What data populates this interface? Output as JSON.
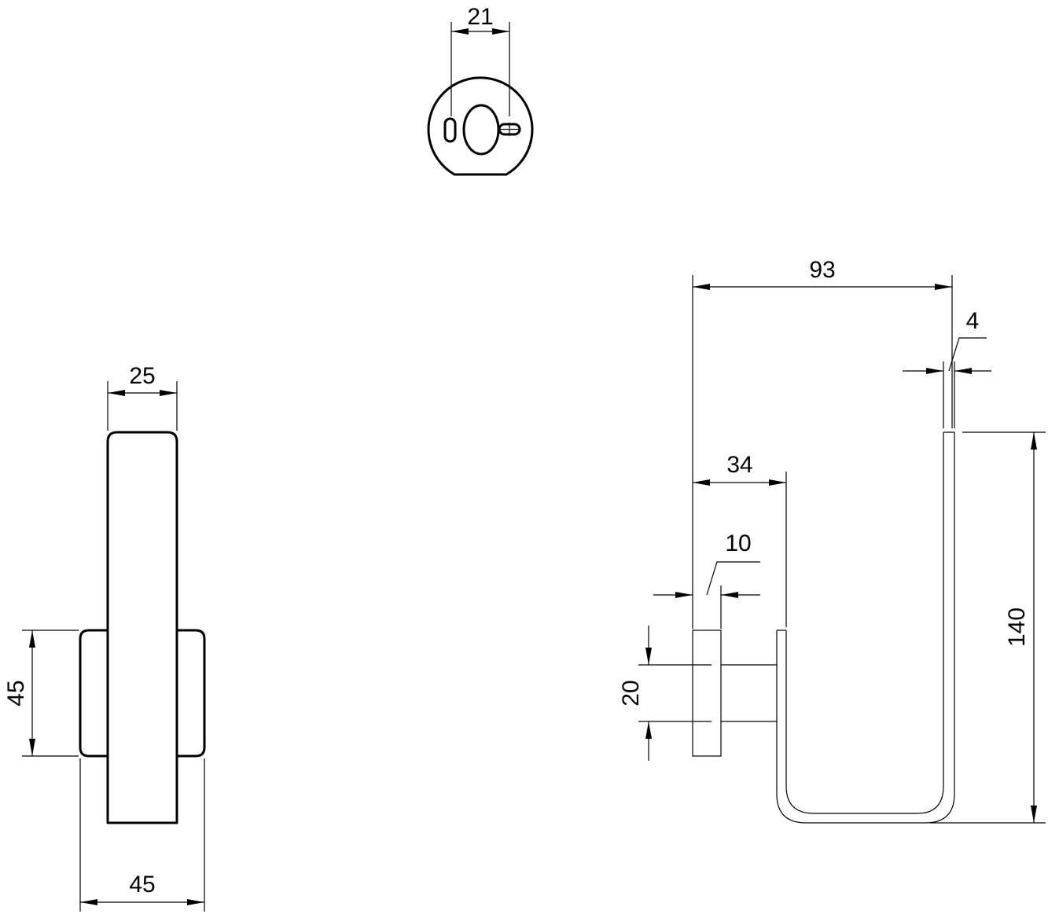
{
  "top_view": {
    "dim_slot_spacing": "21"
  },
  "front_view": {
    "dim_bar_width": "25",
    "dim_base_height": "45",
    "dim_base_width": "45"
  },
  "side_view": {
    "dim_total_depth": "93",
    "dim_rod_thickness": "4",
    "dim_arm_offset": "34",
    "dim_base_thickness": "10",
    "dim_stem_diameter": "20",
    "dim_total_height": "140"
  },
  "colors": {
    "stroke": "#000000",
    "background": "#ffffff"
  }
}
